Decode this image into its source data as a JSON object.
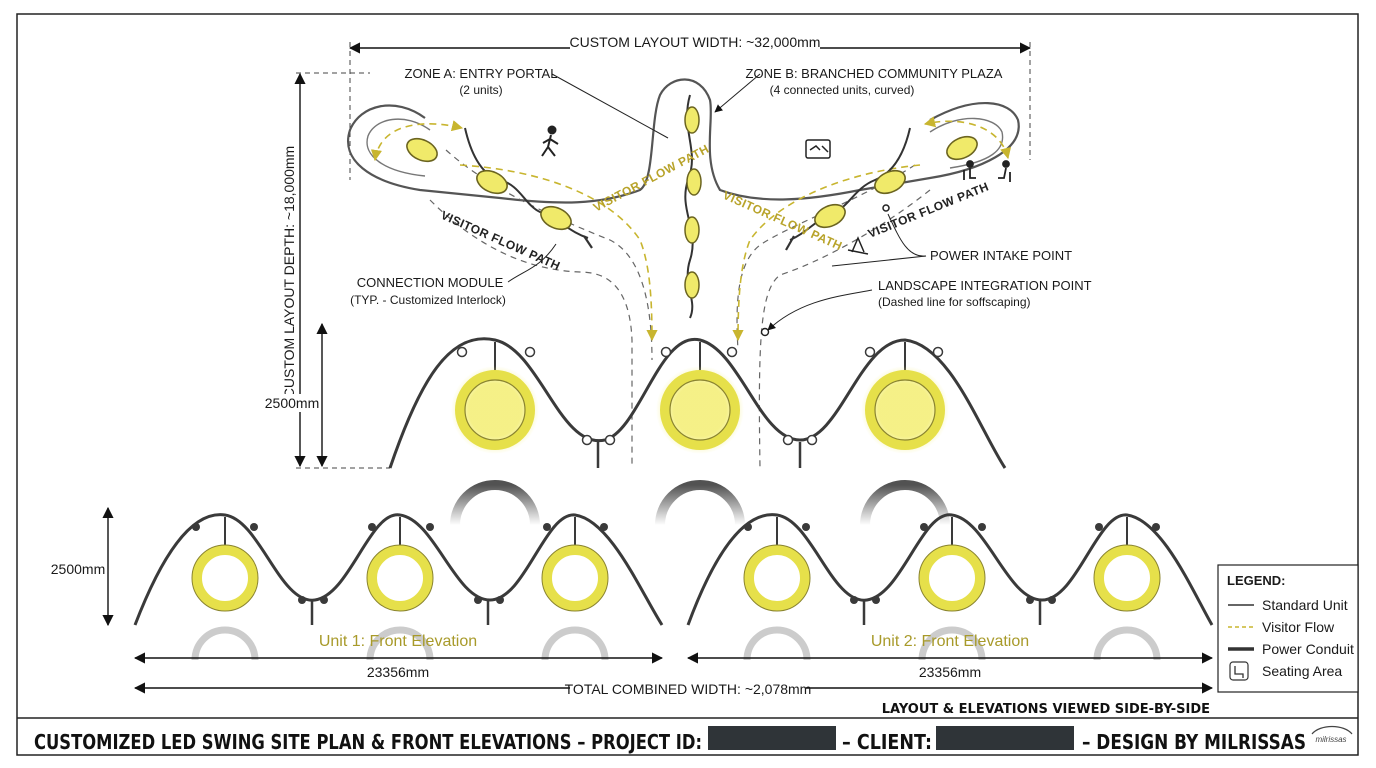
{
  "dimensions": {
    "layout_width": "CUSTOM LAYOUT WIDTH: ~32,000mm",
    "layout_depth": "CUSTOM LAYOUT DEPTH: ~18,000mm",
    "plan_height": "2500mm",
    "elevation_height": "2500mm",
    "unit1_width": "23356mm",
    "unit2_width": "23356mm",
    "total_width": "TOTAL COMBINED WIDTH: ~2,078mm"
  },
  "zones": {
    "zone_a_title": "ZONE A: ENTRY PORTAL",
    "zone_a_sub": "(2 units)",
    "zone_b_title": "ZONE B: BRANCHED COMMUNITY PLAZA",
    "zone_b_sub": "(4 connected units, curved)"
  },
  "callouts": {
    "connection_title": "CONNECTION MODULE",
    "connection_sub": "(TYP. - Customized Interlock)",
    "power_intake": "POWER INTAKE POINT",
    "landscape_title": "LANDSCAPE INTEGRATION POINT",
    "landscape_sub": "(Dashed line for soffscaping)"
  },
  "flow_labels": {
    "left_lower": "VISITOR FLOW PATH",
    "left_upper": "VISITOR FLOW PATH",
    "right_upper": "VISITOR FLOW PATH",
    "right_lower": "VISITOR FLOW PATH"
  },
  "elevations": {
    "unit1_label": "Unit 1: Front Elevation",
    "unit2_label": "Unit 2: Front Elevation",
    "side_by_side": "LAYOUT & ELEVATIONS VIEWED SIDE-BY-SIDE"
  },
  "legend": {
    "title": "LEGEND:",
    "items": [
      {
        "label": "Standard Unit",
        "icon": "solid-line-icon"
      },
      {
        "label": "Visitor Flow",
        "icon": "dashed-line-icon"
      },
      {
        "label": "Power Conduit",
        "icon": "thick-line-icon"
      },
      {
        "label": "Seating Area",
        "icon": "seat-icon"
      }
    ]
  },
  "title_block": {
    "main": "CUSTOMIZED LED SWING SITE PLAN & FRONT ELEVATIONS – PROJECT ID:",
    "client": "– CLIENT:",
    "design": "– DESIGN BY MILRISSAS",
    "logo": "milrissas"
  },
  "colors": {
    "led_yellow": "#e6e04a",
    "frame": "#2e2e2e",
    "flow": "#b8a32a",
    "redaction": "#2f3438"
  }
}
